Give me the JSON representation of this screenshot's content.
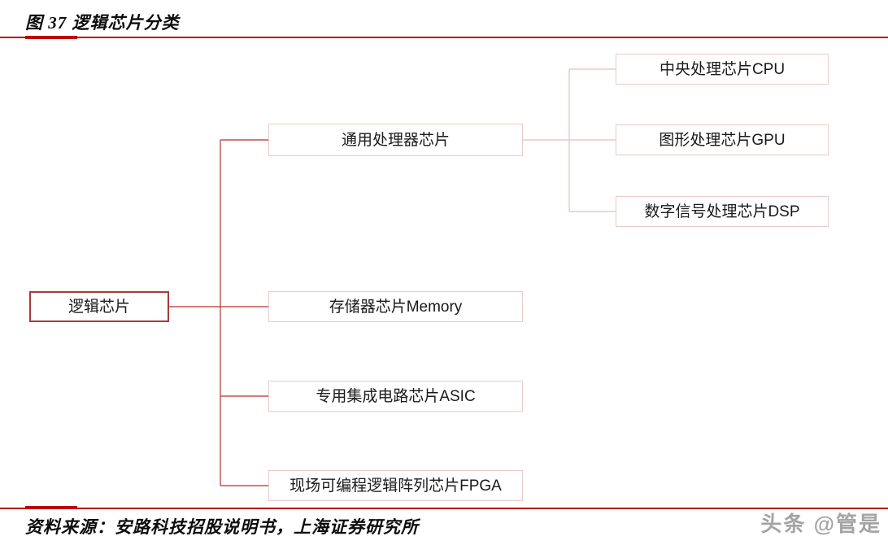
{
  "figure": {
    "title": "图 37  逻辑芯片分类",
    "source_note": "资料来源：安路科技招股说明书，上海证券研究所",
    "watermark": "头条 @管是"
  },
  "colors": {
    "rule": "#c00000",
    "root_border": "#a83a3a",
    "node_border": "#eac9c9",
    "connector_main": "#c0504d",
    "connector_sub": "#eac9c9",
    "text": "#1a1a1a"
  },
  "chart_data": {
    "type": "tree-diagram",
    "title": "逻辑芯片分类",
    "root": "逻辑芯片",
    "nodes": [
      {
        "id": "root",
        "label": "逻辑芯片",
        "level": 1,
        "parent": null
      },
      {
        "id": "general",
        "label": "通用处理器芯片",
        "level": 2,
        "parent": "root"
      },
      {
        "id": "memory",
        "label": "存储器芯片Memory",
        "level": 2,
        "parent": "root"
      },
      {
        "id": "asic",
        "label": "专用集成电路芯片ASIC",
        "level": 2,
        "parent": "root"
      },
      {
        "id": "fpga",
        "label": "现场可编程逻辑阵列芯片FPGA",
        "level": 2,
        "parent": "root"
      },
      {
        "id": "cpu",
        "label": "中央处理芯片CPU",
        "level": 3,
        "parent": "general"
      },
      {
        "id": "gpu",
        "label": "图形处理芯片GPU",
        "level": 3,
        "parent": "general"
      },
      {
        "id": "dsp",
        "label": "数字信号处理芯片DSP",
        "level": 3,
        "parent": "general"
      }
    ]
  }
}
